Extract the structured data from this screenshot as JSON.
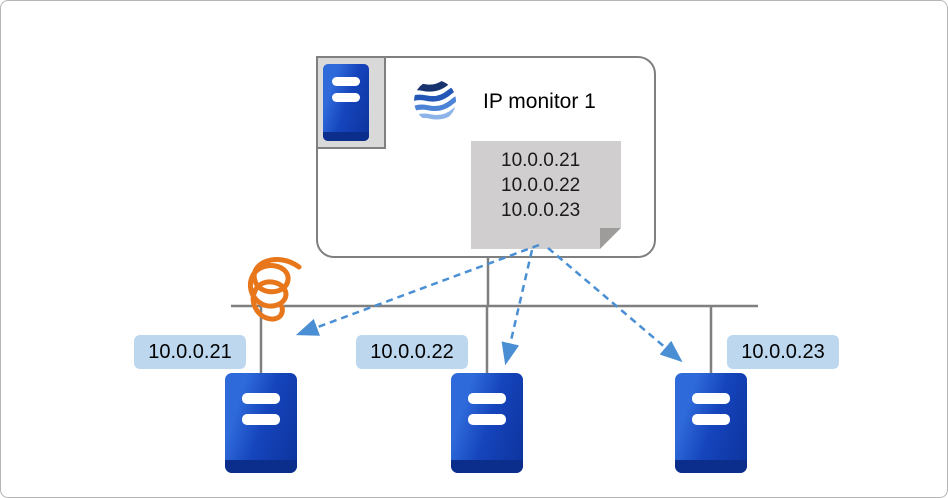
{
  "monitor": {
    "title": "IP monitor 1",
    "note_lines": [
      "10.0.0.21",
      "10.0.0.22",
      "10.0.0.23"
    ]
  },
  "servers": [
    {
      "label": "10.0.0.21"
    },
    {
      "label": "10.0.0.22"
    },
    {
      "label": "10.0.0.23"
    }
  ],
  "icons": {
    "monitor_icon": "server-icon",
    "header_icon": "globe-waves-icon"
  },
  "colors": {
    "server_blue": "#1544bc",
    "server_blue_light": "#2e6ada",
    "server_blue_dark": "#0b2d8c",
    "badge_blue": "#bdd7ee",
    "arrow_blue": "#4a8fd3",
    "note_gray": "#d0cece",
    "note_fold_gray": "#9d9c9b",
    "line_gray": "#7f7f7f",
    "squiggle_orange": "#e8761b",
    "border_gray": "#808080"
  }
}
